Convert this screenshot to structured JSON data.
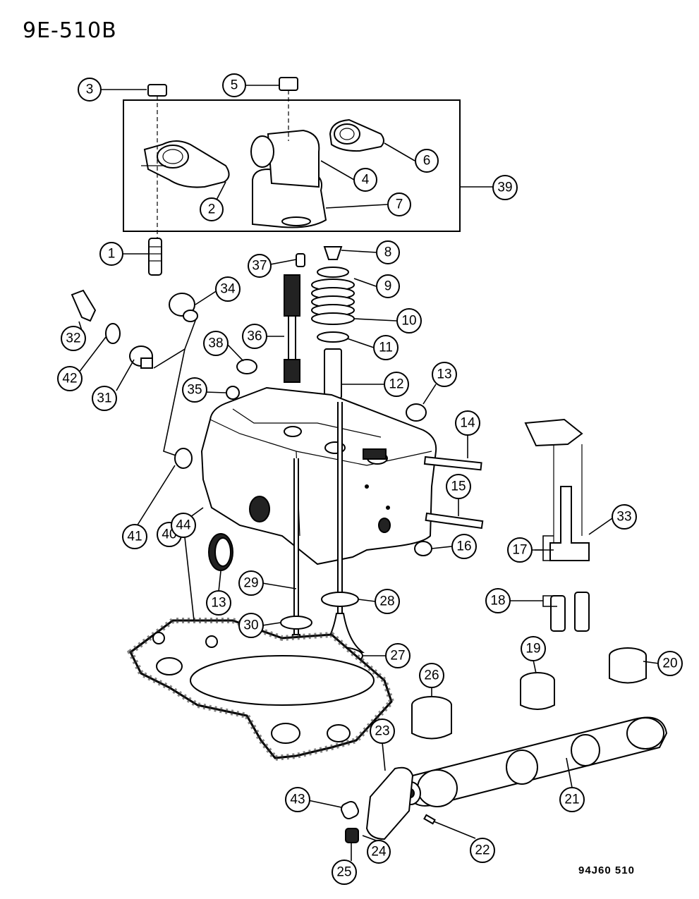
{
  "header": {
    "title": "9E-510B"
  },
  "footer": {
    "code": "94J60  510"
  },
  "callouts": [
    "1",
    "2",
    "3",
    "4",
    "5",
    "6",
    "7",
    "8",
    "9",
    "10",
    "11",
    "12",
    "13",
    "14",
    "15",
    "16",
    "17",
    "18",
    "19",
    "20",
    "21",
    "22",
    "23",
    "24",
    "25",
    "26",
    "27",
    "28",
    "29",
    "30",
    "31",
    "32",
    "33",
    "34",
    "35",
    "36",
    "37",
    "38",
    "39",
    "40",
    "41",
    "42",
    "43",
    "44",
    "13"
  ]
}
